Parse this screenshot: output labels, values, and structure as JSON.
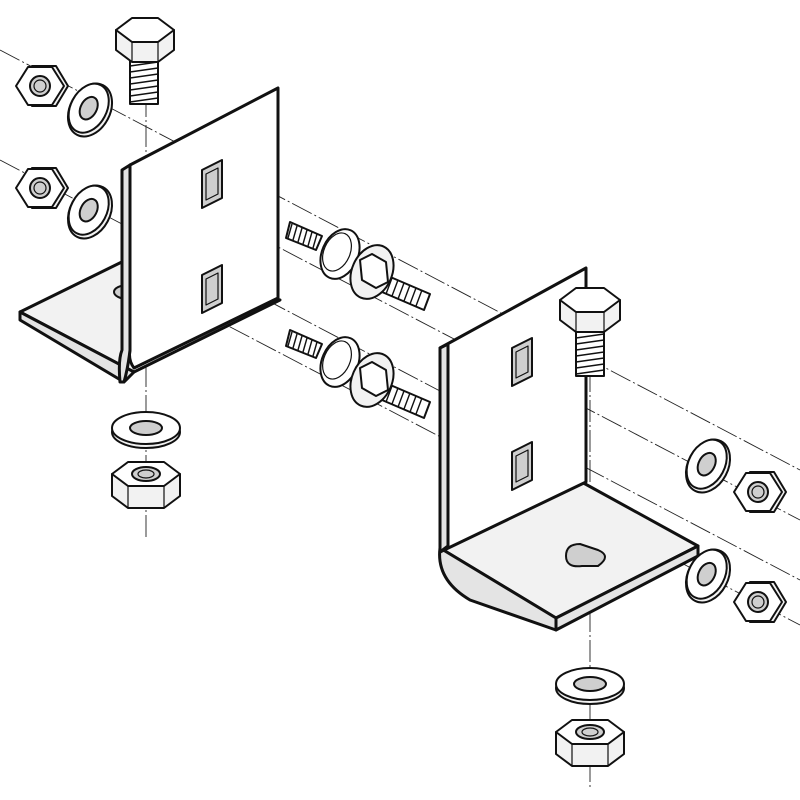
{
  "diagram": {
    "title": "",
    "labels": [],
    "parts": [
      {
        "name": "angle-bracket",
        "count": 2
      },
      {
        "name": "hex-bolt",
        "count": 2
      },
      {
        "name": "carriage-bolt",
        "count": 2
      },
      {
        "name": "flanged-hex-bolt",
        "count": 2
      },
      {
        "name": "flat-washer",
        "count": 6
      },
      {
        "name": "hex-nut",
        "count": 6
      }
    ],
    "style": {
      "stroke_color": "#111111",
      "background": "#ffffff",
      "shade_light": "#f2f2f2",
      "shade_mid": "#e4e4e4",
      "shade_dark": "#cfcfcf"
    }
  }
}
